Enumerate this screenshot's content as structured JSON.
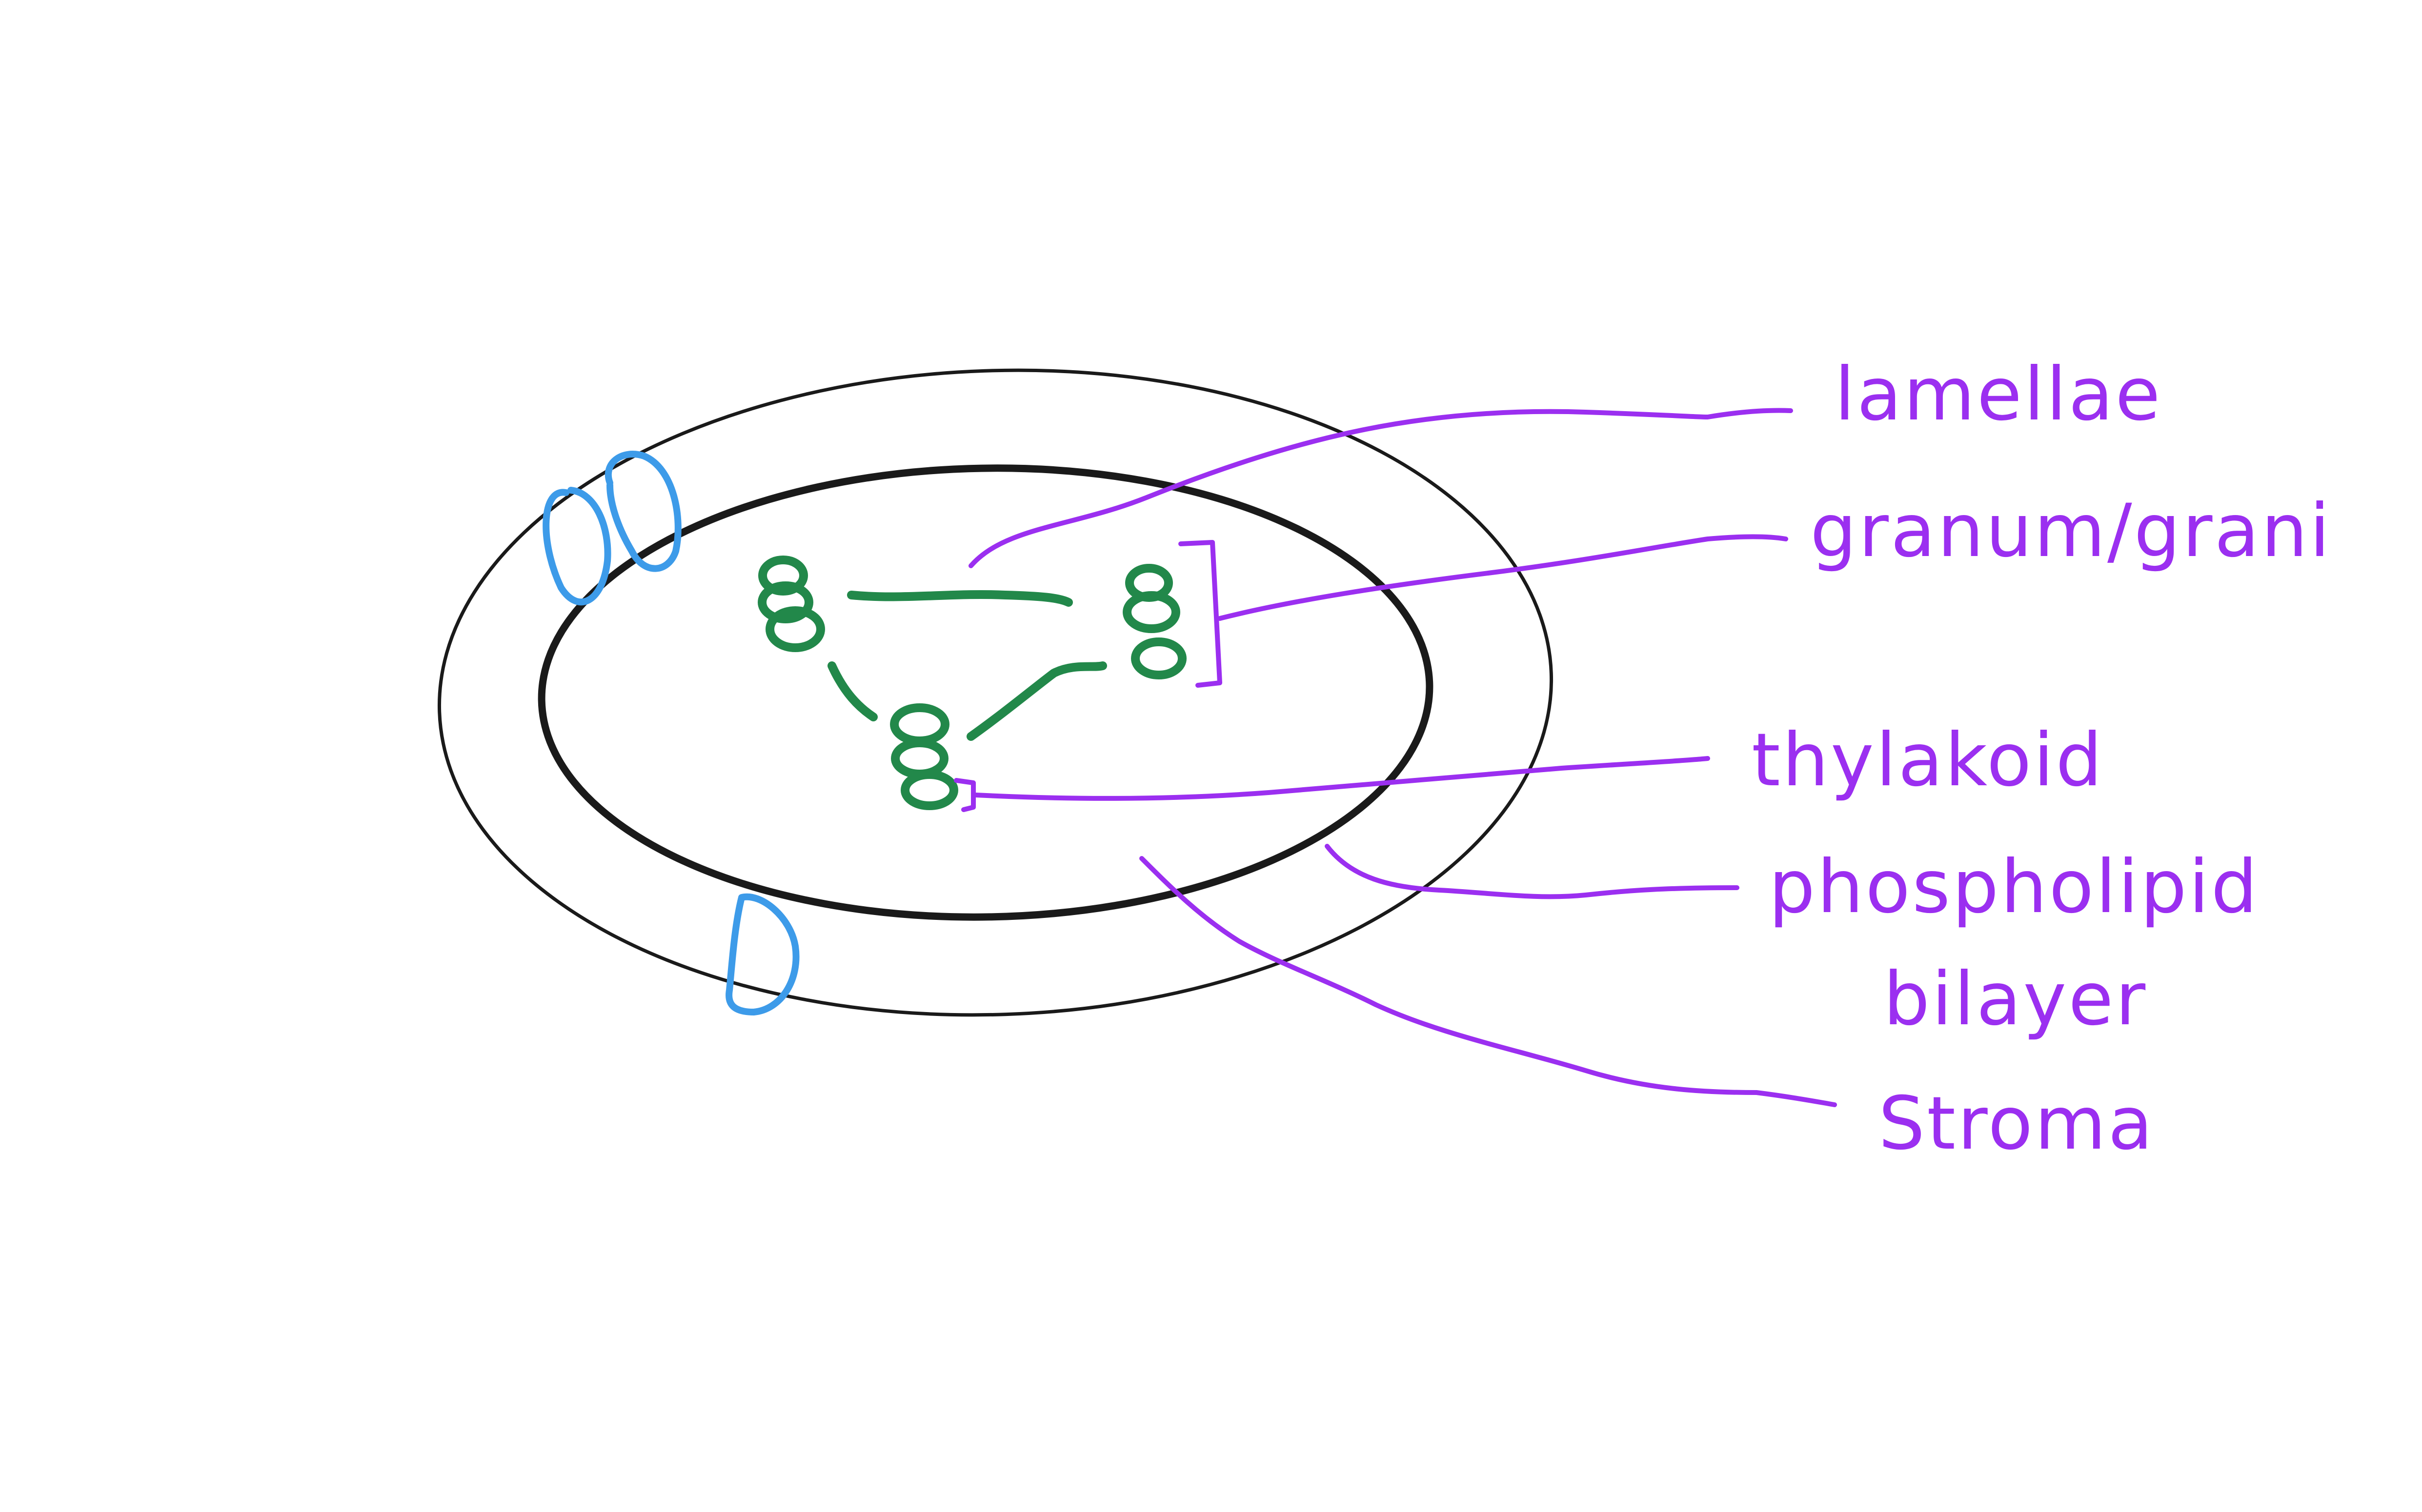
{
  "diagram": {
    "labels": {
      "lamellae": "lamellae",
      "granum": "granum/grani",
      "thylakoid": "thylakoid",
      "phospholipid_line1": "phospholipid",
      "phospholipid_line2": "bilayer",
      "stroma": "Stroma"
    },
    "colors": {
      "background": "#ffffff",
      "membrane": "#1a1a1a",
      "leader": "#9b2ff0",
      "label": "#9b2ff0",
      "thylakoid": "#22884a",
      "pore": "#3d9be9"
    }
  }
}
